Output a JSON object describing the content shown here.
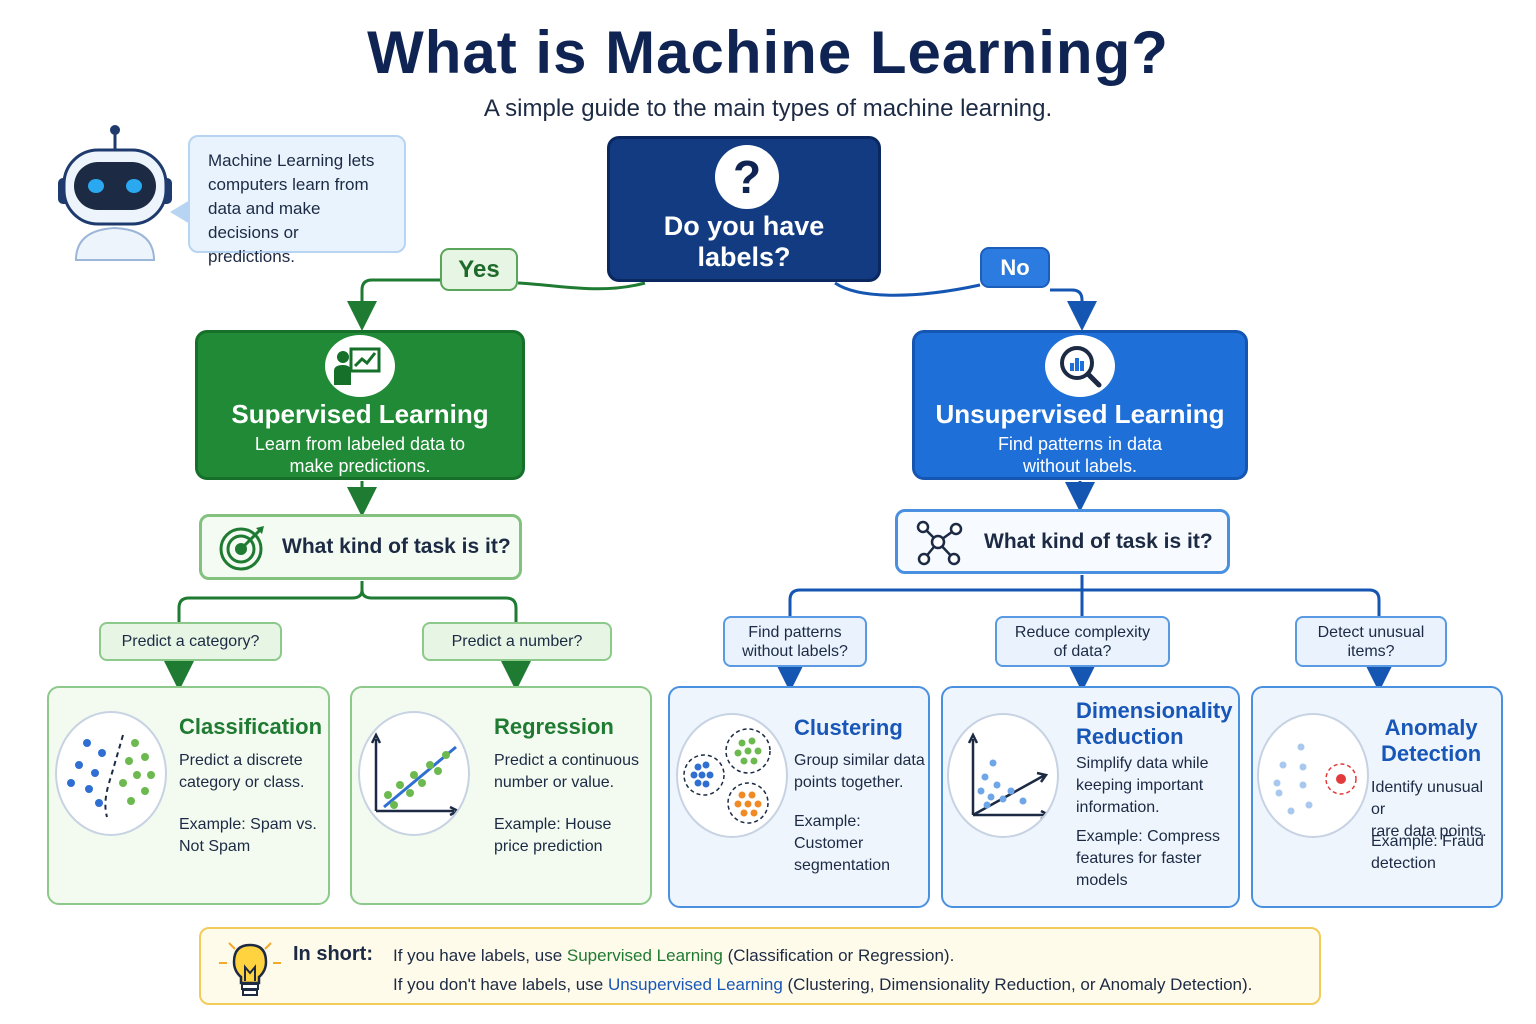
{
  "title": "What is Machine Learning?",
  "subtitle": "A simple guide to the main types of machine learning.",
  "bubble_text": "Machine Learning lets computers learn from data and make decisions or predictions.",
  "question": {
    "line1": "Do you have",
    "line2": "labels?"
  },
  "branches": {
    "yes": "Yes",
    "no": "No"
  },
  "supervised": {
    "title": "Supervised Learning",
    "desc_1": "Learn from labeled data to",
    "desc_2": "make predictions.",
    "task_question": "What kind of task is it?",
    "options": [
      {
        "prompt": "Predict a category?",
        "title": "Classification",
        "desc_1": "Predict a discrete",
        "desc_2": "category or class.",
        "example_1": "Example: Spam vs.",
        "example_2": "Not Spam"
      },
      {
        "prompt": "Predict a number?",
        "title": "Regression",
        "desc_1": "Predict a continuous",
        "desc_2": "number or value.",
        "example_1": "Example: House",
        "example_2": "price prediction"
      }
    ]
  },
  "unsupervised": {
    "title": "Unsupervised Learning",
    "desc_1": "Find patterns in data",
    "desc_2": "without labels.",
    "task_question": "What kind of task is it?",
    "options": [
      {
        "prompt_1": "Find patterns",
        "prompt_2": "without labels?",
        "title_1": "Clustering",
        "desc_1": "Group similar data",
        "desc_2": "points together.",
        "example_1": "Example: Customer",
        "example_2": "segmentation"
      },
      {
        "prompt_1": "Reduce complexity",
        "prompt_2": "of data?",
        "title_1": "Dimensionality",
        "title_2": "Reduction",
        "desc_1": "Simplify data while",
        "desc_2": "keeping important",
        "desc_3": "information.",
        "example_1": "Example: Compress",
        "example_2": "features for faster",
        "example_3": "models"
      },
      {
        "prompt_1": "Detect unusual",
        "prompt_2": "items?",
        "title_1": "Anomaly",
        "title_2": "Detection",
        "desc_1": "Identify unusual or",
        "desc_2": "rare data points.",
        "example_1": "Example: Fraud",
        "example_2": "detection"
      }
    ]
  },
  "summary": {
    "heading": "In short:",
    "line1_a": "If you have labels, use ",
    "line1_hl": "Supervised Learning",
    "line1_b": " (Classification or Regression).",
    "line2_a": "If you don't have labels, use ",
    "line2_hl": "Unsupervised Learning",
    "line2_b": " (Clustering, Dimensionality Reduction, or Anomaly Detection)."
  },
  "colors": {
    "navy": "#123b82",
    "green": "#218a36",
    "blue": "#1f6fd8",
    "summary_border": "#f1cc5a"
  },
  "icons": [
    "robot-icon",
    "question-icon",
    "teacher-chart-icon",
    "magnifier-chart-icon",
    "target-icon",
    "network-icon",
    "lightbulb-icon"
  ]
}
